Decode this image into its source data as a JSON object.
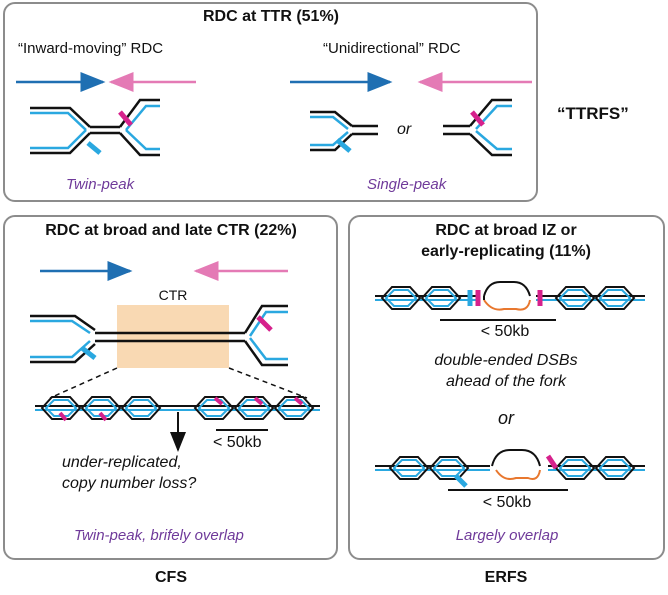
{
  "colors": {
    "blue": "#1f6fb2",
    "pink": "#e47ab5",
    "cyan": "#2aa8e0",
    "magenta": "#d6218c",
    "orange_fill": "#f9d9b3",
    "orange_line": "#e8772e",
    "purple_text": "#6f3a9a",
    "panel_border": "#8c8c8c"
  },
  "panel_ttr": {
    "title": "RDC at TTR (51%)",
    "left_label": "“Inward-moving” RDC",
    "right_label": "“Unidirectional” RDC",
    "or_text": "or",
    "left_caption": "Twin-peak",
    "right_caption": "Single-peak"
  },
  "ttrfs_label": "“TTRFS”",
  "panel_ctr": {
    "title": "RDC at broad and late CTR (22%)",
    "ctr_label": "CTR",
    "scale_label": "< 50kb",
    "note_line1": "under-replicated,",
    "note_line2": "copy number loss?",
    "caption": "Twin-peak, brifely overlap"
  },
  "panel_iz": {
    "title_line1": "RDC at broad IZ or",
    "title_line2": "early-replicating (11%)",
    "scale_label_top": "< 50kb",
    "dsb_line1": "double-ended DSBs",
    "dsb_line2": "ahead of the fork",
    "or_text": "or",
    "scale_label_bottom": "< 50kb",
    "caption": "Largely overlap"
  },
  "bottom_labels": {
    "left": "CFS",
    "right": "ERFS"
  }
}
